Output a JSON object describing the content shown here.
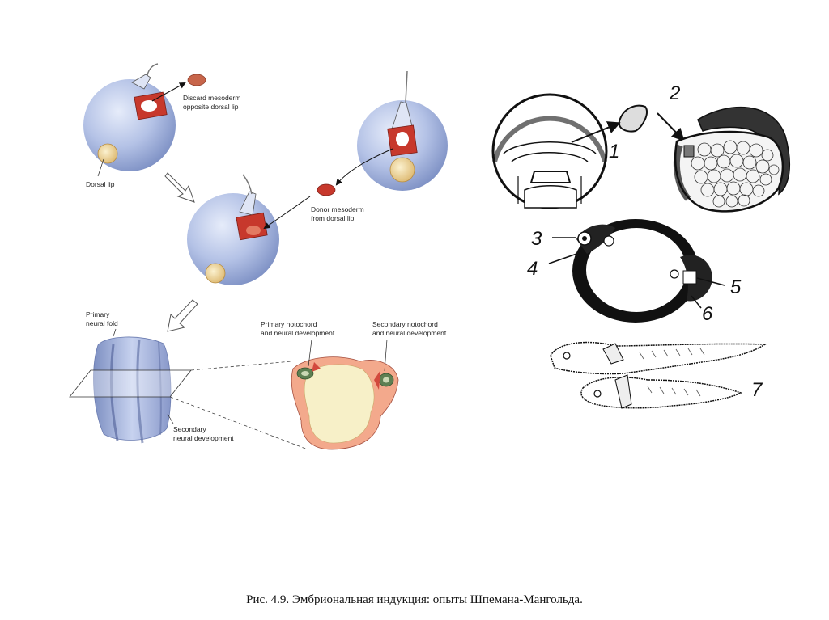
{
  "left_panel": {
    "labels": {
      "discard": [
        "Discard mesoderm",
        "opposite dorsal lip"
      ],
      "dorsal_lip": "Dorsal lip",
      "donor": [
        "Donor mesoderm",
        "from dorsal lip"
      ],
      "primary_fold": [
        "Primary",
        "neural fold"
      ],
      "secondary_dev": [
        "Secondary",
        "neural development"
      ],
      "primary_notochord": [
        "Primary notochord",
        "and neural development"
      ],
      "secondary_notochord": [
        "Secondary notochord",
        "and neural development"
      ]
    }
  },
  "right_panel": {
    "numbers": [
      "1",
      "2",
      "3",
      "4",
      "5",
      "6",
      "7"
    ]
  },
  "caption": "Рис. 4.9. Эмбриональная индукция: опыты Шпемана-Мангольда.",
  "colors": {
    "embryo_blue": "#b7c3e6",
    "tissue_red": "#c7382c",
    "yolk": "#f5ecc2",
    "ink": "#111111"
  }
}
